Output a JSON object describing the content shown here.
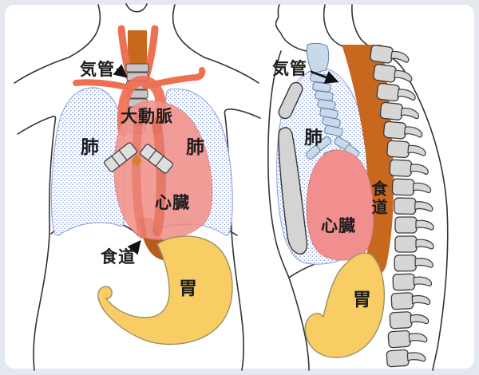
{
  "front_view": {
    "trachea_label": "気管",
    "aorta_label": "大動脈",
    "left_lung_label": "肺",
    "right_lung_label": "肺",
    "heart_label": "心臓",
    "esophagus_label": "食道",
    "stomach_label": "胃"
  },
  "side_view": {
    "trachea_label": "気管",
    "lung_label": "肺",
    "esophagus_label": "食道",
    "heart_label": "心臓",
    "stomach_label": "胃"
  },
  "colors": {
    "frame": "#e4e9f0",
    "outline": "#333333",
    "esophagus_orange": "#c8681f",
    "esophagus_lower_brown": "#b85c1e",
    "vessel_salmon": "#ef6f52",
    "vessel_dark": "#e06049",
    "heart_front_pink": "#f2938c",
    "heart_side_pink": "#f18f8f",
    "stomach_yellow": "#f8cd63",
    "trachea_front_gray": "#ccc4c4",
    "trachea_side_blue": "#c9d9ec",
    "bone_gray": "#d6d6d6",
    "lung_dot_blue": "#8da2d8",
    "lung_outline": "#9aa8da"
  }
}
